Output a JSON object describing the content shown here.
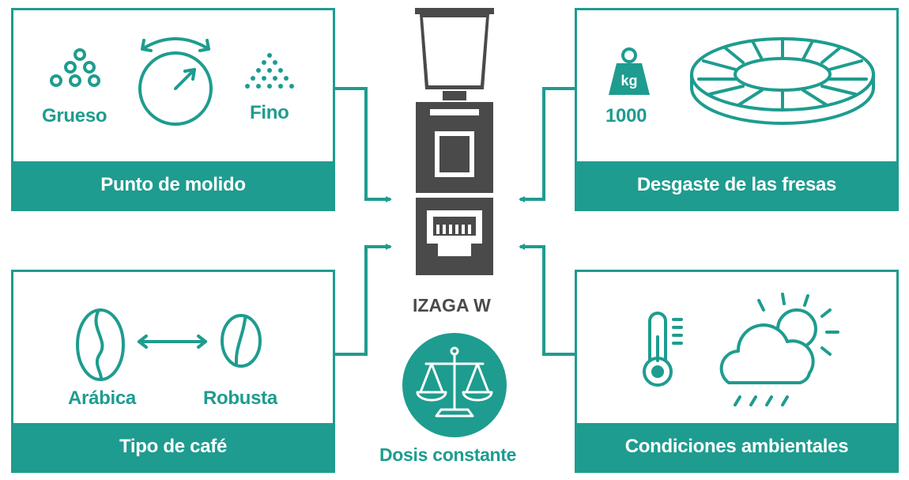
{
  "colors": {
    "accent": "#1e9c8f",
    "machine": "#4a4a4a"
  },
  "center": {
    "title": "IZAGA W",
    "dose_label": "Dosis constante"
  },
  "panels": {
    "grind": {
      "title": "Punto de molido",
      "left_label": "Grueso",
      "right_label": "Fino"
    },
    "wear": {
      "title": "Desgaste de las fresas",
      "weight_unit": "kg",
      "weight_value": "1000"
    },
    "coffee": {
      "title": "Tipo de café",
      "left_label": "Arábica",
      "right_label": "Robusta"
    },
    "env": {
      "title": "Condiciones ambientales"
    }
  },
  "icons": [
    "coarse-grounds-icon",
    "grind-dial-icon",
    "fine-grounds-icon",
    "weight-icon",
    "burr-ring-icon",
    "arabica-bean-icon",
    "robusta-bean-icon",
    "thermometer-icon",
    "cloud-sun-rain-icon",
    "scale-icon",
    "grinder-machine-icon"
  ]
}
